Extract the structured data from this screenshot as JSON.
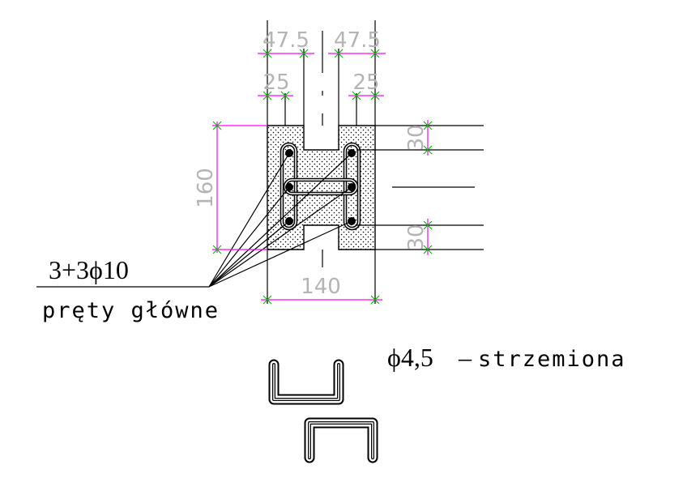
{
  "dimensions": {
    "top_left_outer": "47.5",
    "top_right_outer": "47.5",
    "top_left_inner": "25",
    "top_right_inner": "25",
    "height": "160",
    "cover_top": "30",
    "cover_bottom": "30",
    "width": "140"
  },
  "labels": {
    "main_bars_spec": "3+3ϕ10",
    "main_bars_name": "pręty główne",
    "stirrups_spec": "ϕ4,5",
    "stirrups_dash": "–",
    "stirrups_name": "strzemiona"
  },
  "colors": {
    "dimension_line": "#ff00ff",
    "dimension_tick": "#00c000",
    "dimension_text": "#b4b4b4",
    "linework": "#000000"
  }
}
